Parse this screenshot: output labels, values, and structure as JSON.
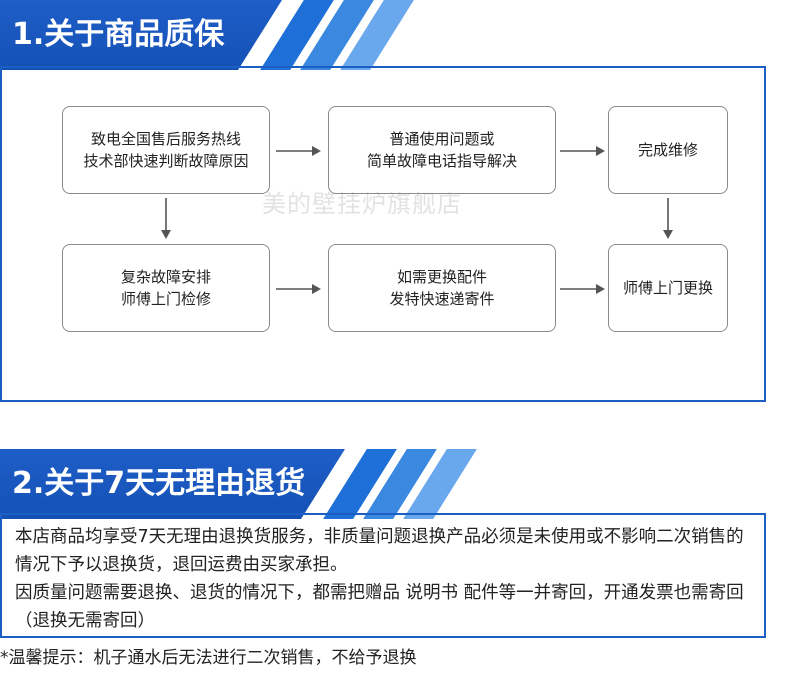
{
  "section1": {
    "title": "1.关于商品质保",
    "flow": {
      "box_a": [
        "致电全国售后服务热线",
        "技术部快速判断故障原因"
      ],
      "box_b": [
        "普通使用问题或",
        "简单故障电话指导解决"
      ],
      "box_c": [
        "完成维修"
      ],
      "box_d": [
        "复杂故障安排",
        "师傅上门检修"
      ],
      "box_e": [
        "如需更换配件",
        "发特快速递寄件"
      ],
      "box_f": [
        "师傅上门更换"
      ]
    },
    "watermark": "美的壁挂炉旗舰店"
  },
  "section2": {
    "title": "2.关于7天无理由退货",
    "paragraph1": "本店商品均享受7天无理由退换货服务，非质量问题退换产品必须是未使用或不影响二次销售的情况下予以退换货，退回运费由买家承担。",
    "paragraph2": "因质量问题需要退换、退货的情况下，都需把赠品 说明书 配件等一并寄回，开通发票也需寄回（退换无需寄回）",
    "notice": "*温馨提示：机子通水后无法进行二次销售，不给予退换"
  },
  "colors": {
    "accent": "#1c5fc4",
    "stripe_dark": "#1e6fd8",
    "stripe_light": "#69a8ec"
  }
}
